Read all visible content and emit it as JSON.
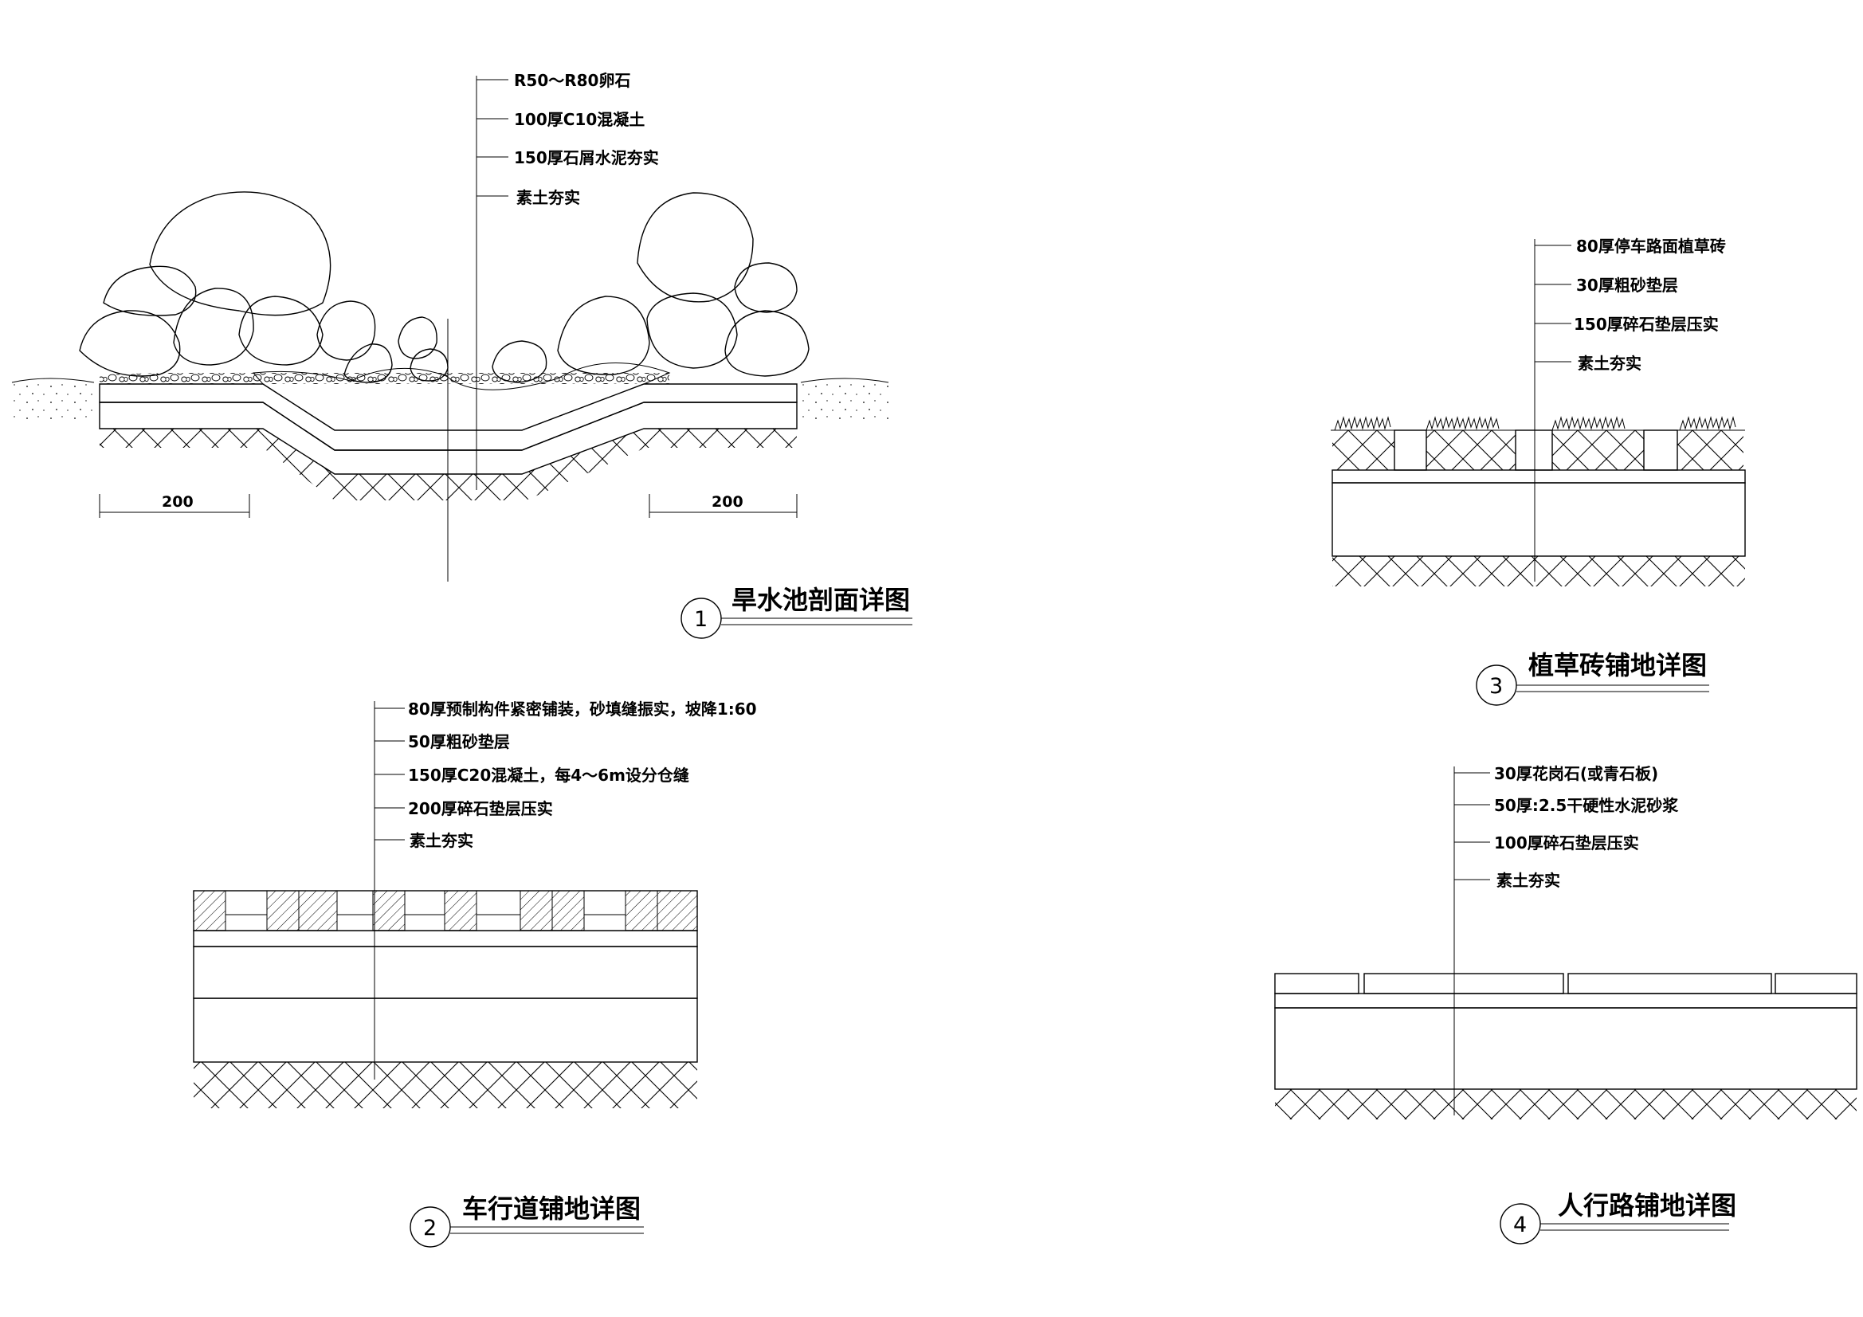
{
  "details": [
    {
      "id": "1",
      "title": "旱水池剖面详图",
      "layers": [
        "R50～R80卵石",
        "100厚C10混凝土",
        "150厚石屑水泥夯实",
        "素土夯实"
      ],
      "dims": [
        "200",
        "200"
      ]
    },
    {
      "id": "2",
      "title": "车行道铺地详图",
      "layers": [
        "80厚预制构件紧密铺装，砂填缝振实，坡降1:60",
        "50厚粗砂垫层",
        "150厚C20混凝土，每4～6m设分仓缝",
        "200厚碎石垫层压实",
        "素土夯实"
      ]
    },
    {
      "id": "3",
      "title": "植草砖铺地详图",
      "layers": [
        "80厚停车路面植草砖",
        "30厚粗砂垫层",
        "150厚碎石垫层压实",
        "素土夯实"
      ]
    },
    {
      "id": "4",
      "title": "人行路铺地详图",
      "layers": [
        "30厚花岗石(或青石板)",
        "50厚:2.5干硬性水泥砂浆",
        "100厚碎石垫层压实",
        "素土夯实"
      ]
    }
  ]
}
